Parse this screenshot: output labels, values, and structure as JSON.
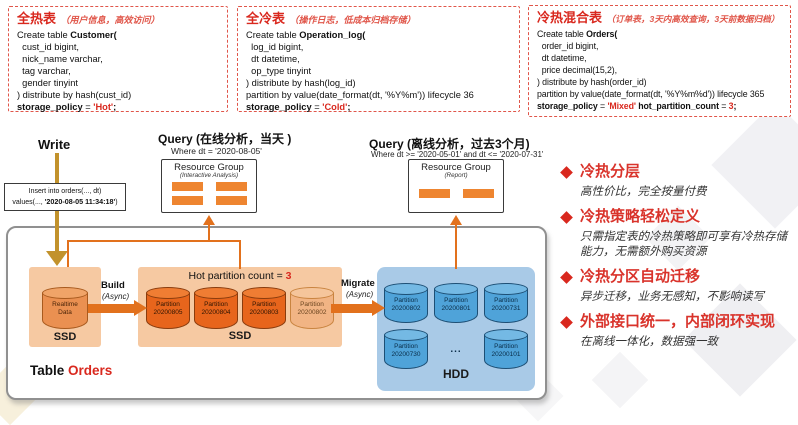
{
  "sql_cards": [
    {
      "title": "全热表",
      "subtitle": "（用户信息，高效访问）",
      "code": [
        [
          {
            "t": "Create table "
          },
          {
            "t": "Customer(",
            "s": "b"
          }
        ],
        [
          {
            "t": "  cust_id bigint,"
          }
        ],
        [
          {
            "t": "  nick_name varchar,"
          }
        ],
        [
          {
            "t": "  tag varchar,"
          }
        ],
        [
          {
            "t": "  gender tinyint"
          }
        ],
        [
          {
            "t": ") distribute by hash(cust_id)"
          }
        ],
        [
          {
            "t": "storage_policy",
            "s": "b"
          },
          {
            "t": " = "
          },
          {
            "t": "'Hot'",
            "s": "br"
          },
          {
            "t": ";",
            "s": "b"
          }
        ]
      ]
    },
    {
      "title": "全冷表",
      "subtitle": "（操作日志，低成本归档存储）",
      "code": [
        [
          {
            "t": "Create table "
          },
          {
            "t": "Operation_log(",
            "s": "b"
          }
        ],
        [
          {
            "t": "  log_id bigint,"
          }
        ],
        [
          {
            "t": "  dt datetime,"
          }
        ],
        [
          {
            "t": "  op_type tinyint"
          }
        ],
        [
          {
            "t": ") distribute by hash(log_id)"
          }
        ],
        [
          {
            "t": "partition by value(date_format(dt, '%Y%m')) lifecycle 36"
          }
        ],
        [
          {
            "t": "storage_policy",
            "s": "b"
          },
          {
            "t": " = "
          },
          {
            "t": "'Cold'",
            "s": "br"
          },
          {
            "t": ";",
            "s": "b"
          }
        ]
      ]
    },
    {
      "title": "冷热混合表",
      "subtitle": "（订单表，3天内高效查询，3天前数据归档）",
      "code": [
        [
          {
            "t": "Create table "
          },
          {
            "t": "Orders(",
            "s": "b"
          }
        ],
        [
          {
            "t": "  order_id bigint,"
          }
        ],
        [
          {
            "t": "  dt datetime,"
          }
        ],
        [
          {
            "t": "  price decimal(15,2),"
          }
        ],
        [
          {
            "t": ") distribute by hash(order_id)"
          }
        ],
        [
          {
            "t": "partition by value(date_format(dt, '%Y%m%d')) lifecycle 365"
          }
        ],
        [
          {
            "t": "storage_policy",
            "s": "b"
          },
          {
            "t": " = "
          },
          {
            "t": "'Mixed'",
            "s": "br"
          },
          {
            "t": " ",
            "s": "b"
          },
          {
            "t": "hot_partition_count",
            "s": "b"
          },
          {
            "t": " = "
          },
          {
            "t": "3",
            "s": "br"
          },
          {
            "t": ";",
            "s": "b"
          }
        ]
      ]
    }
  ],
  "write": {
    "label": "Write",
    "insert_line1": "Insert into orders(..., dt)",
    "insert_line2_prefix": "values(..., ",
    "insert_date": "'2020-08-05 11:34:18'",
    "insert_line2_suffix": ")"
  },
  "queries": [
    {
      "title": "Query (在线分析，当天 )",
      "where": "Where dt = '2020-08-05'",
      "rg_title": "Resource Group",
      "rg_sub": "(Interactive Analysis)",
      "bars": 4
    },
    {
      "title": "Query (离线分析，过去3个月)",
      "where": "Where dt >= '2020-05-01' and dt <= '2020-07-31'",
      "rg_title": "Resource Group",
      "rg_sub": "(Report)",
      "bars": 2
    }
  ],
  "storage": {
    "realtime": {
      "line1": "Realtime",
      "line2": "Data",
      "disk": "SSD"
    },
    "build": {
      "label": "Build",
      "sub": "(Async)"
    },
    "hot": {
      "header_prefix": "Hot partition count = ",
      "header_value": "3",
      "disk": "SSD",
      "partitions": [
        {
          "label": "Partition",
          "id": "20200805",
          "variant": "hot"
        },
        {
          "label": "Partition",
          "id": "20200804",
          "variant": "hot"
        },
        {
          "label": "Partition",
          "id": "20200803",
          "variant": "hot"
        },
        {
          "label": "Partition",
          "id": "20200802",
          "variant": "warm"
        }
      ]
    },
    "migrate": {
      "label": "Migrate",
      "sub": "(Async)"
    },
    "cold": {
      "disk": "HDD",
      "rows": [
        [
          {
            "label": "Partition",
            "id": "20200802"
          },
          {
            "label": "Partition",
            "id": "20200801"
          },
          {
            "label": "Partition",
            "id": "20200731"
          }
        ],
        [
          {
            "label": "Partition",
            "id": "20200730"
          },
          {
            "ellipsis": "..."
          },
          {
            "label": "Partition",
            "id": "20200101"
          }
        ]
      ]
    },
    "table_label": {
      "prefix": "Table ",
      "value": "Orders"
    }
  },
  "features": [
    {
      "title": "冷热分层",
      "desc": "高性价比，完全按量付费"
    },
    {
      "title": "冷热策略轻松定义",
      "desc": "只需指定表的冷热策略即可享有冷热存储能力，无需额外购买资源"
    },
    {
      "title": "冷热分区自动迁移",
      "desc": "异步迁移，业务无感知，不影响读写"
    },
    {
      "title": "外部接口统一，内部闭环实现",
      "desc": "在离线一体化，数据强一致"
    }
  ],
  "colors": {
    "accent_red": "#d9281e",
    "connector_orange": "#e2711d",
    "hot_cylinder": "#e7651c",
    "warm_cylinder": "#f1b484",
    "ssd_box": "#f6c9a2",
    "hdd_box": "#a9cae7",
    "hdd_cylinder": "#4fa3d9",
    "write_gold": "#c2922c",
    "resource_bar": "#ee8530"
  }
}
